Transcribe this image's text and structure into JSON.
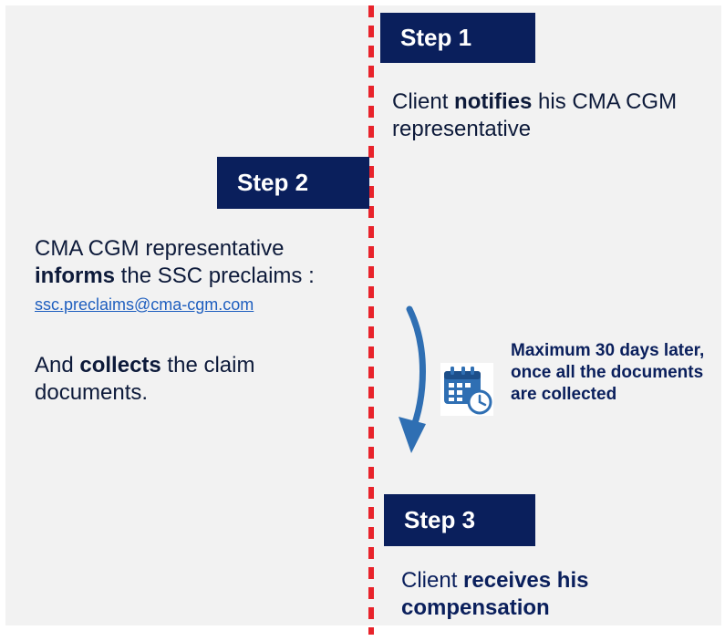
{
  "step1": {
    "label": "Step 1",
    "text_pre": "Client ",
    "text_bold": "notifies",
    "text_post": " his CMA CGM representative"
  },
  "step2": {
    "label": "Step 2",
    "line1": "CMA CGM representative",
    "inform_bold": "informs",
    "inform_post": " the SSC preclaims :",
    "email": "ssc.preclaims@cma-cgm.com",
    "collect_pre": "And ",
    "collect_bold": "collects",
    "collect_post": " the claim documents."
  },
  "timing_note": "Maximum 30 days later, once all the documents are collected",
  "step3": {
    "label": "Step 3",
    "text_pre": "Client ",
    "text_bold": "receives his compensation"
  },
  "icons": {
    "arrow": "curved-down-arrow-icon",
    "calendar": "calendar-clock-icon"
  },
  "colors": {
    "navy": "#0a1f5c",
    "divider_red": "#e8232b",
    "link_blue": "#1f5fbf",
    "arrow_blue": "#2f6fb3"
  }
}
